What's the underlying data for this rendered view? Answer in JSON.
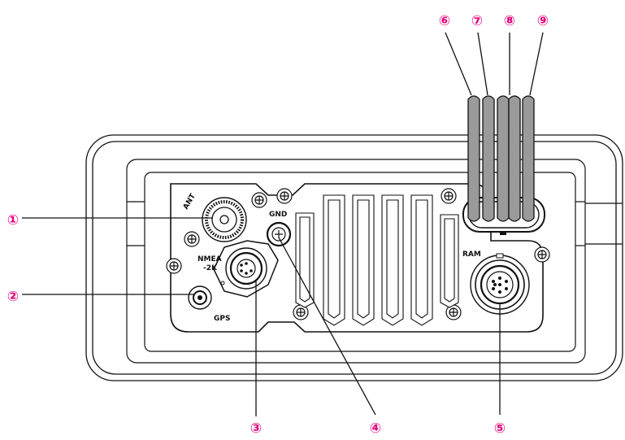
{
  "panel_labels": {
    "ant": "ANT",
    "gnd": "GND",
    "nmea_line1": "NMEA",
    "nmea_line2": "-2K",
    "gps": "GPS",
    "ram": "RAM"
  },
  "callouts": [
    {
      "id": "1",
      "text": "①"
    },
    {
      "id": "2",
      "text": "②"
    },
    {
      "id": "3",
      "text": "③"
    },
    {
      "id": "4",
      "text": "④"
    },
    {
      "id": "5",
      "text": "⑤"
    },
    {
      "id": "6",
      "text": "⑥"
    },
    {
      "id": "7",
      "text": "⑦"
    },
    {
      "id": "8",
      "text": "⑧"
    },
    {
      "id": "9",
      "text": "⑨"
    }
  ],
  "colors": {
    "callout": "#e4007f",
    "line": "#111111",
    "cable": "#9a9a9a"
  }
}
